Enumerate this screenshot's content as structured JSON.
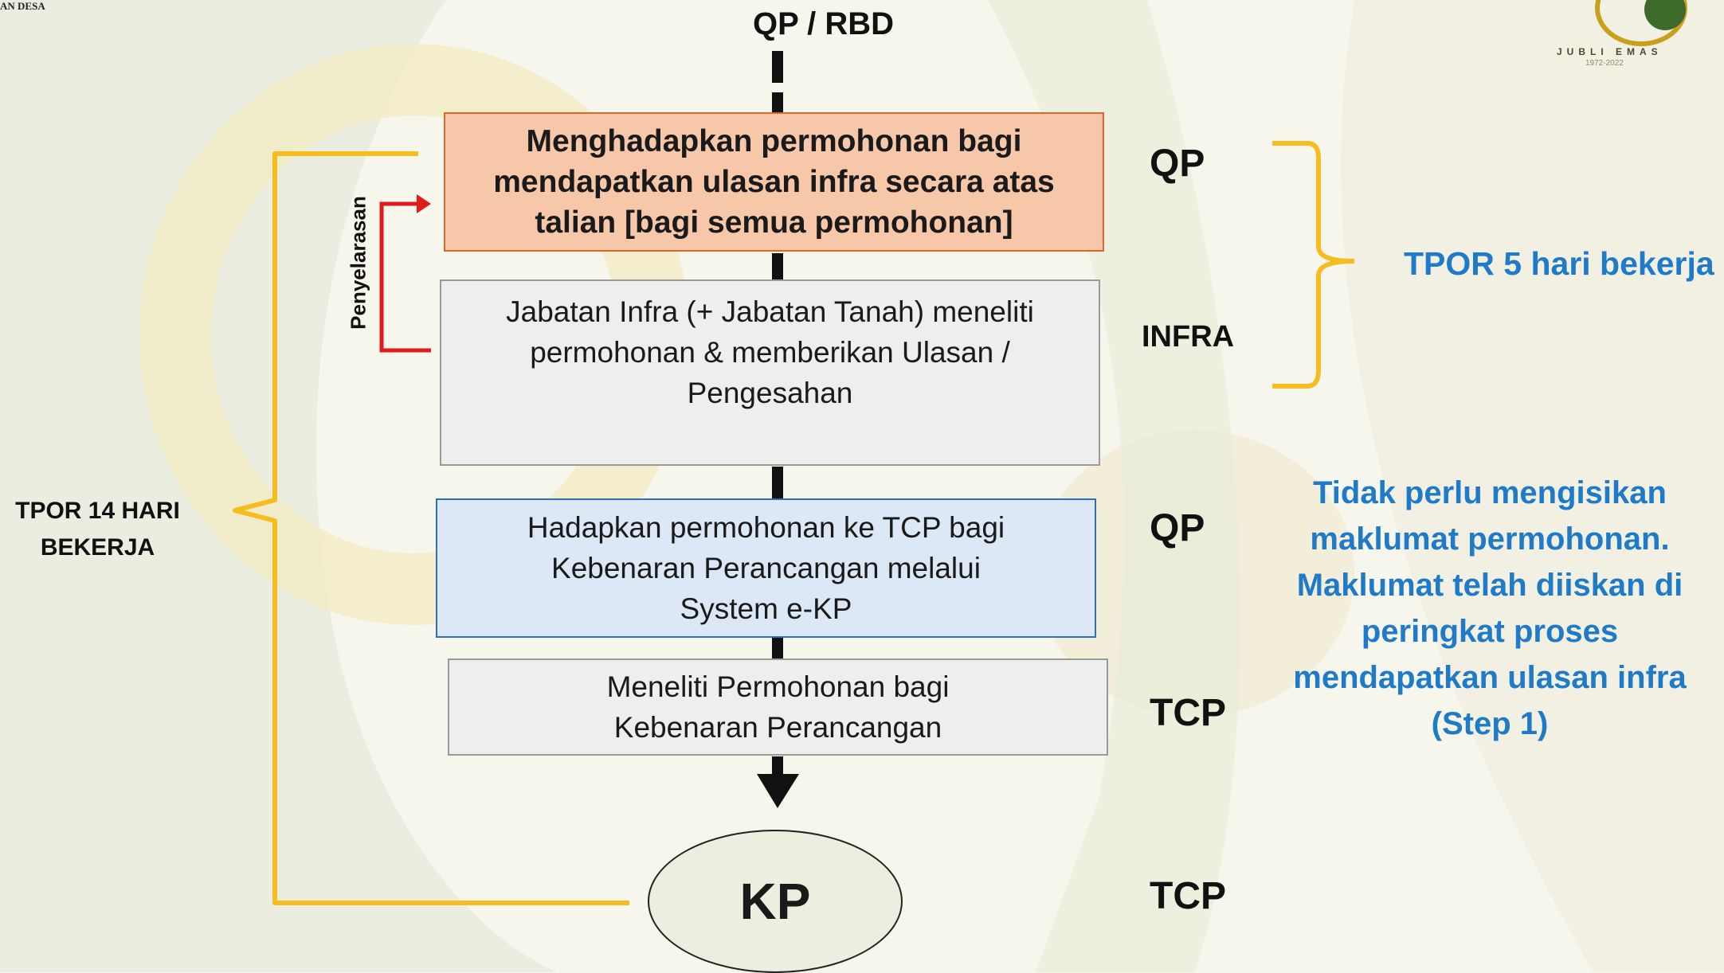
{
  "header": {
    "org_text": "AN DESA"
  },
  "logo": {
    "label": "JUBLI EMAS",
    "years": "1972-2022"
  },
  "top_label": "QP / RBD",
  "steps": [
    {
      "text": [
        "Menghadapkan permohonan bagi",
        "mendapatkan ulasan infra secara atas",
        "talian [bagi semua permohonan]"
      ],
      "actor": "QP"
    },
    {
      "text": [
        "Jabatan Infra (+ Jabatan Tanah) meneliti",
        "permohonan & memberikan Ulasan /",
        "Pengesahan"
      ],
      "actor": "INFRA"
    },
    {
      "text": [
        "Hadapkan permohonan ke TCP bagi",
        "Kebenaran Perancangan melalui",
        "System e-KP"
      ],
      "actor": "QP"
    },
    {
      "text": [
        "Meneliti Permohonan bagi",
        "Kebenaran Perancangan"
      ],
      "actor": "TCP"
    }
  ],
  "end_node": {
    "label": "KP",
    "actor": "TCP"
  },
  "loop_label": "Penyelarasan",
  "tpor_left": [
    "TPOR 14 HARI",
    "BEKERJA"
  ],
  "tpor_right": "TPOR 5 hari bekerja",
  "note": "Tidak perlu mengisikan maklumat permohonan. Maklumat telah diiskan di peringkat proses mendapatkan ulasan infra (Step 1)",
  "colors": {
    "step1_fill": "#f7c7aa",
    "step1_border": "#e0662a",
    "step3_fill": "#dce8f5",
    "step3_border": "#2f6fb6",
    "bracket": "#f5bd1f",
    "loop_arrow": "#e01b1b",
    "accent_text": "#1f7ac7"
  }
}
